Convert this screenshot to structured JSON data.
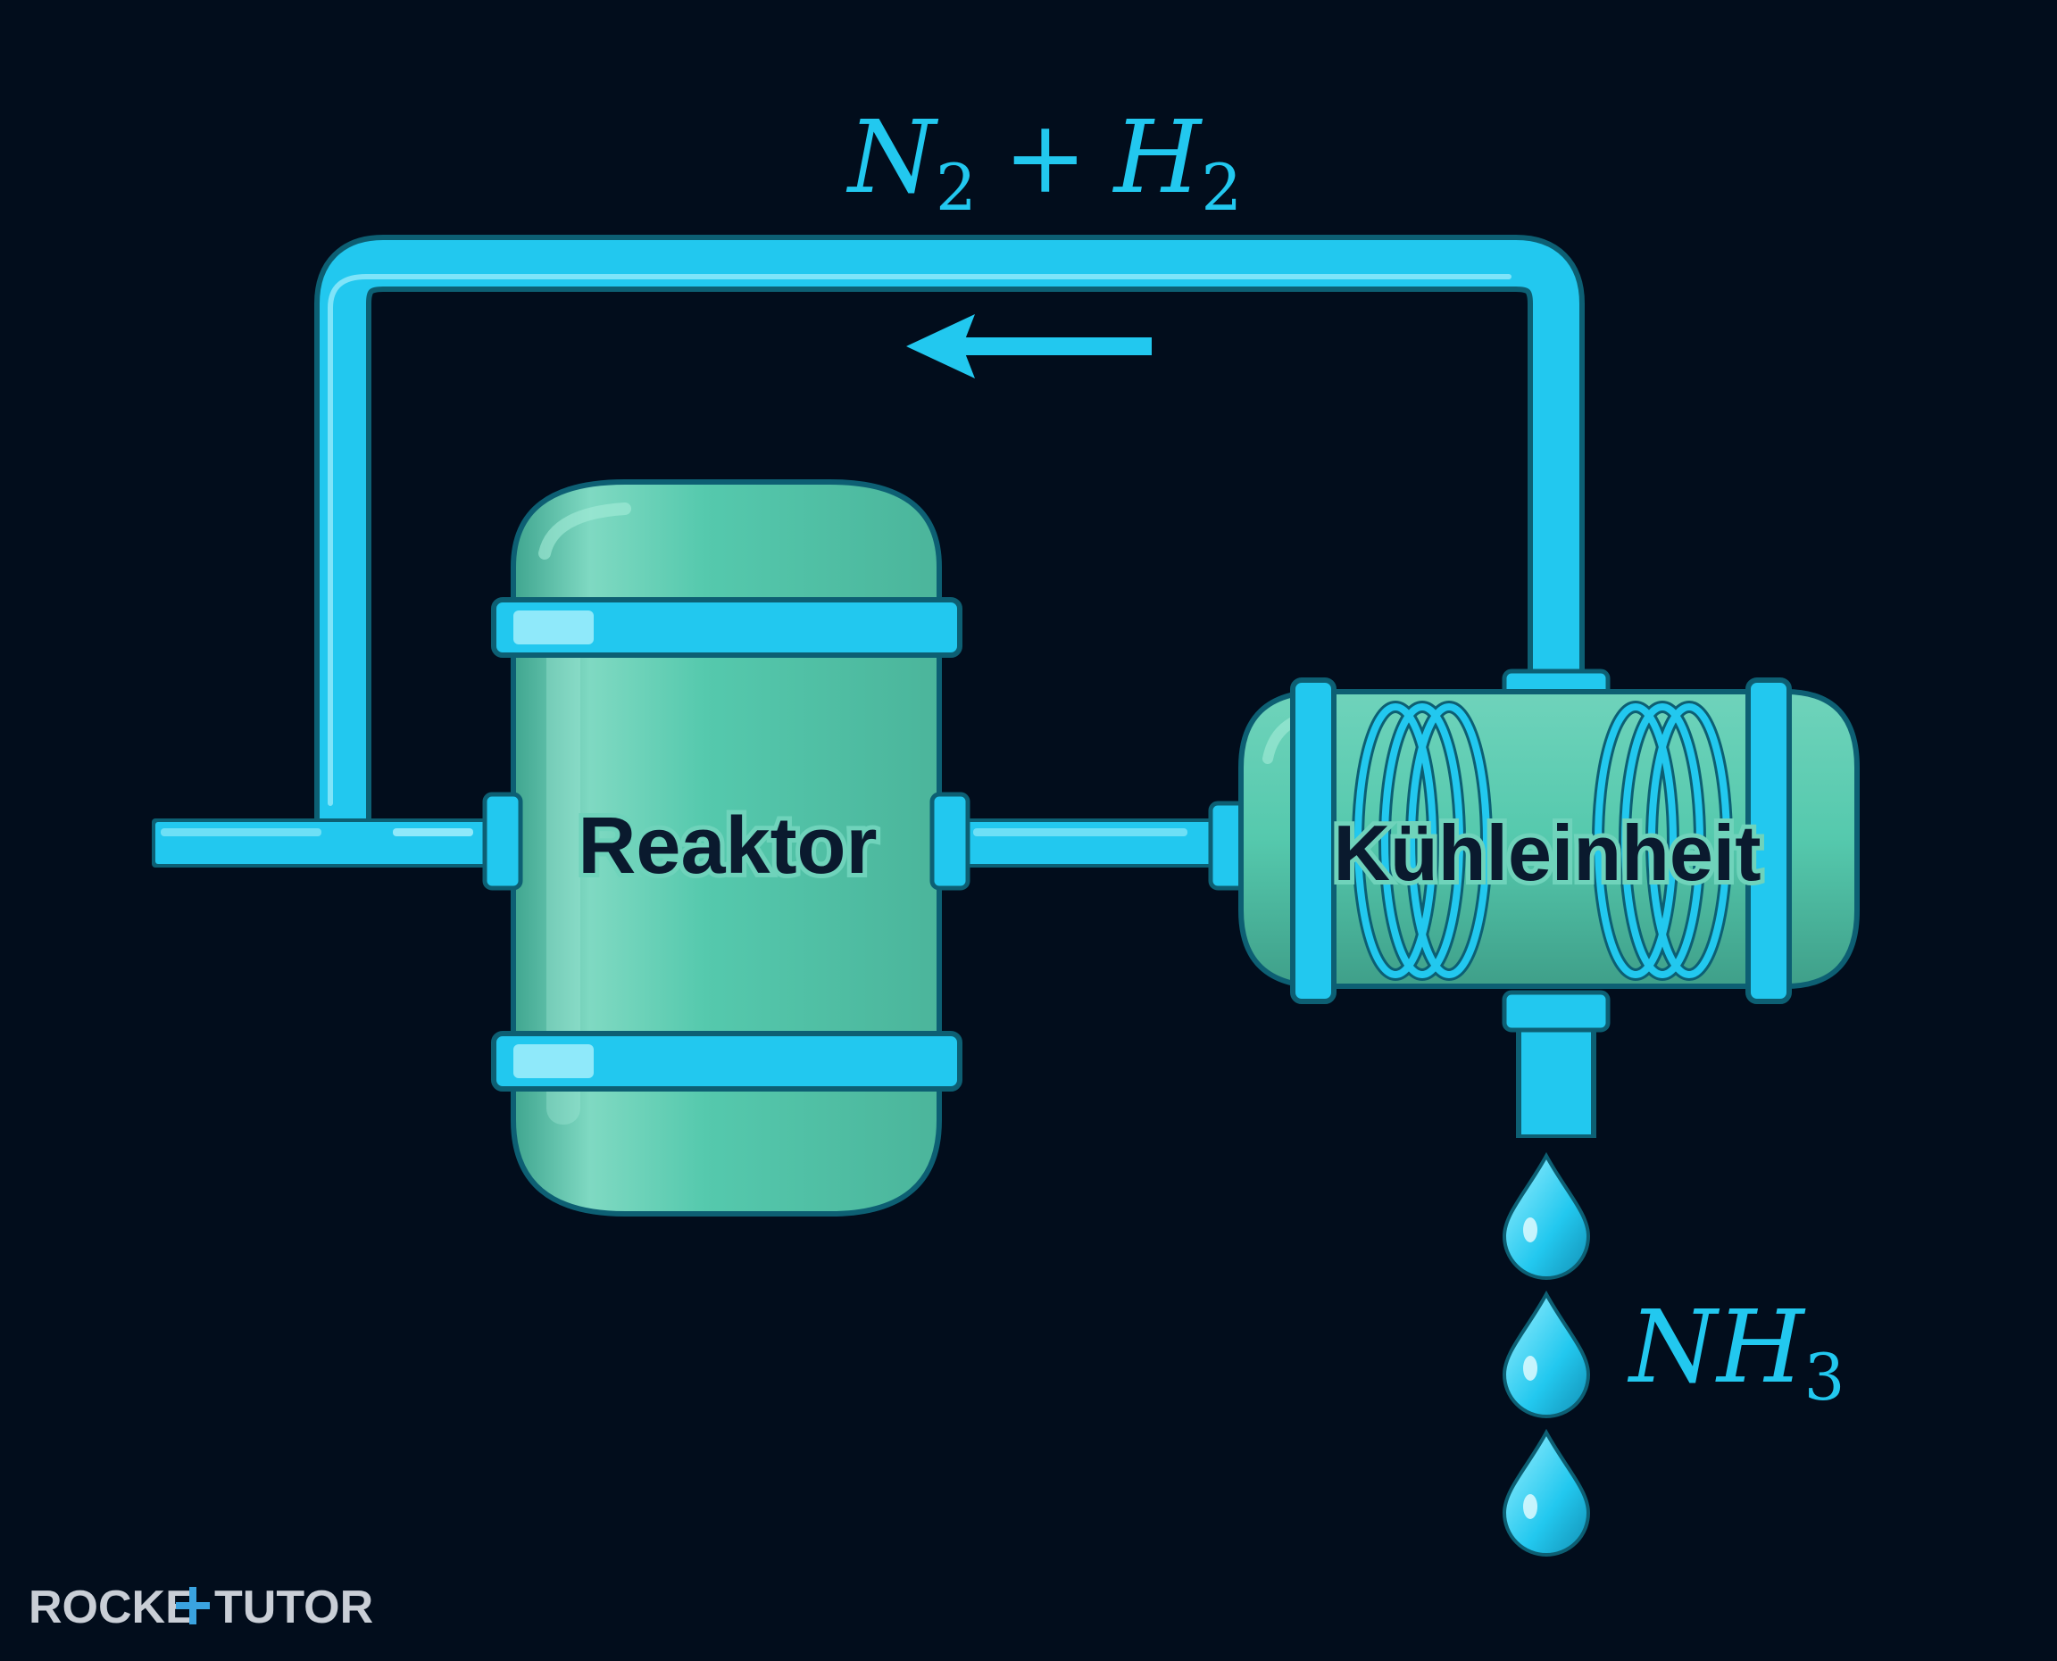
{
  "labels": {
    "feed_main": "N",
    "feed_sub1": "2",
    "feed_plus": "+",
    "feed_h": "H",
    "feed_sub2": "2",
    "reactor": "Reaktor",
    "cooler": "Kühleinheit",
    "product_main": "NH",
    "product_sub": "3"
  },
  "logo": {
    "left": "ROCKE",
    "right": "TUTOR"
  },
  "colors": {
    "background": "#020d1c",
    "pipe": "#22c8ef",
    "pipe_dark": "#136f8a",
    "pipe_highlight": "#8fe9fa",
    "tank": "#55c9ad",
    "tank_light": "#7fd9c2",
    "tank_outline": "#0d5f73",
    "label_text": "#0a1a2e",
    "formula_text": "#22c8ef",
    "logo_gray": "#c9ced6",
    "logo_blue": "#3aa3e0"
  }
}
